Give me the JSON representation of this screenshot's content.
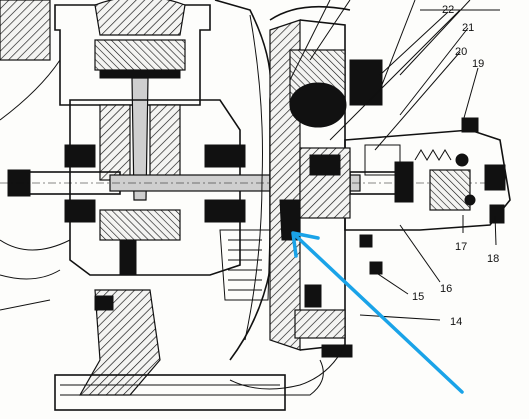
{
  "figure": {
    "callouts": [
      {
        "id": "22",
        "text": "22"
      },
      {
        "id": "21",
        "text": "21"
      },
      {
        "id": "20",
        "text": "20"
      },
      {
        "id": "19",
        "text": "19"
      },
      {
        "id": "18",
        "text": "18"
      },
      {
        "id": "17",
        "text": "17"
      },
      {
        "id": "16",
        "text": "16"
      },
      {
        "id": "15",
        "text": "15"
      },
      {
        "id": "14",
        "text": "14"
      }
    ],
    "arrow_color": "#1aa3e8",
    "ink_color": "#111111"
  }
}
